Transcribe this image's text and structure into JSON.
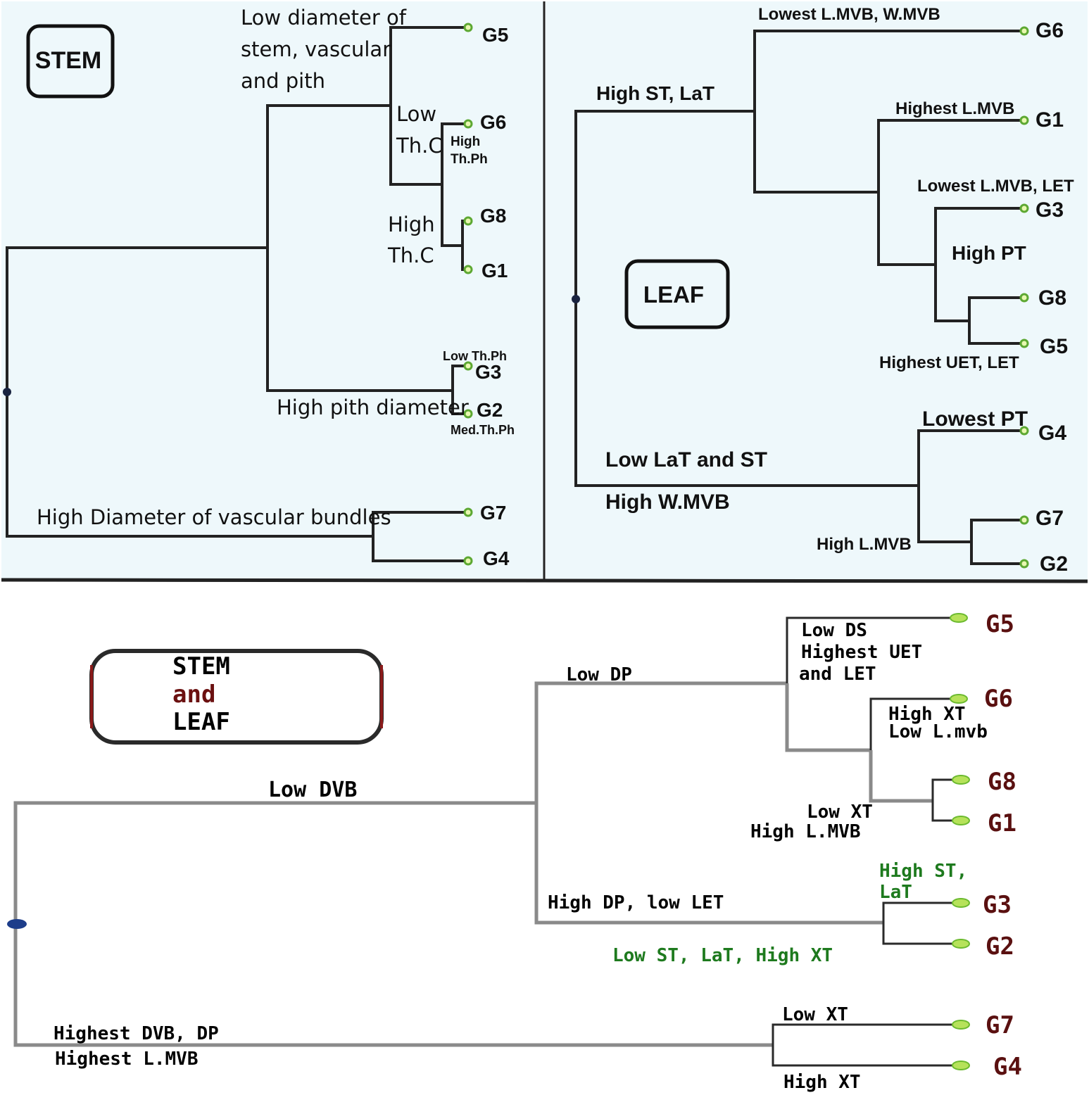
{
  "stem": {
    "title": "STEM",
    "node_labels": {
      "top_cluster_l1": "Low diameter of",
      "top_cluster_l2": "stem, vascular",
      "top_cluster_l3": "and pith",
      "low_thc_l1": "Low",
      "low_thc_l2": "Th.C",
      "high_thph_l1": "High",
      "high_thph_l2": "Th.Ph",
      "high_thc_l1": "High",
      "high_thc_l2": "Th.C",
      "low_thph": "Low Th.Ph",
      "high_pith": "High pith diameter",
      "med_thph": "Med.Th.Ph",
      "high_dvb": "High Diameter of vascular bundles"
    },
    "leaves": [
      "G5",
      "G6",
      "G8",
      "G1",
      "G3",
      "G2",
      "G7",
      "G4"
    ]
  },
  "leaf": {
    "title": "LEAF",
    "node_labels": {
      "lowest_lmvb_wmvb": "Lowest L.MVB, W.MVB",
      "high_st_lat": "High ST, LaT",
      "highest_lmvb": "Highest L.MVB",
      "lowest_lmvb_let": "Lowest L.MVB, LET",
      "high_pt": "High PT",
      "highest_uet_let": "Highest UET, LET",
      "lowest_pt": "Lowest PT",
      "low_lat_st": "Low LaT and ST",
      "high_wmvb": "High W.MVB",
      "high_lmvb": "High L.MVB"
    },
    "leaves": [
      "G6",
      "G1",
      "G3",
      "G8",
      "G5",
      "G4",
      "G7",
      "G2"
    ]
  },
  "combined": {
    "title_l1": "STEM",
    "title_l2": "and",
    "title_l3": "LEAF",
    "node_labels": {
      "low_ds": "Low DS",
      "highest_uet": "Highest UET",
      "and_let": "and LET",
      "low_dp": "Low DP",
      "high_xt_1": "High XT",
      "low_lmvb_lower": "Low L.mvb",
      "low_dvb": "Low DVB",
      "low_xt_1": "Low XT",
      "high_lmvb": "High L.MVB",
      "high_st": "High ST,",
      "lat": "LaT",
      "high_dp_low_let": "High DP, low LET",
      "low_st_lat_high_xt": "Low ST, LaT, High XT",
      "low_xt_2": "Low XT",
      "highest_dvb_dp": "Highest DVB, DP",
      "highest_lmvb": "Highest L.MVB",
      "high_xt_2": "High XT"
    },
    "leaves": [
      "G5",
      "G6",
      "G8",
      "G1",
      "G3",
      "G2",
      "G7",
      "G4"
    ]
  },
  "colors": {
    "panel_bg": "#eef8fb",
    "green_label": "#1e7a1e",
    "node_green": "#6cba2f",
    "combined_leaf_label": "#5a1010"
  }
}
